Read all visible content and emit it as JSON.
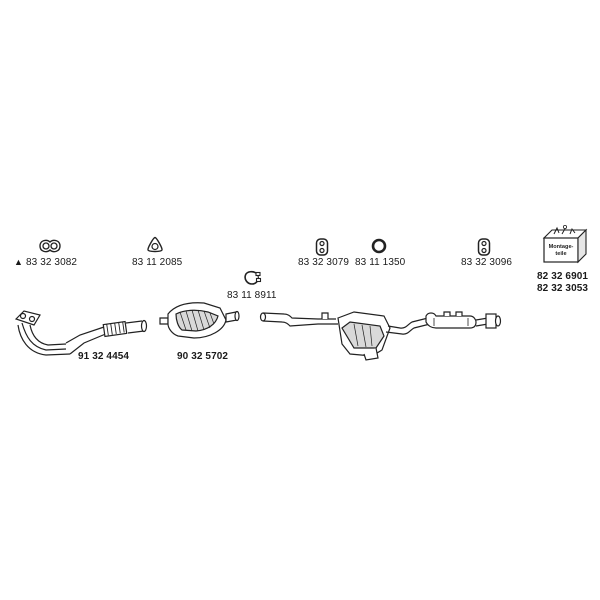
{
  "diagram": {
    "accessory_parts": [
      {
        "id": "gasket-figure-eight",
        "icon": "figure-eight-gasket-icon",
        "number": "83 32 3082",
        "marker": "▲"
      },
      {
        "id": "gasket-triangle",
        "icon": "triangle-gasket-icon",
        "number": "83 11 2085"
      },
      {
        "id": "clamp",
        "icon": "clamp-icon",
        "number": "83 11 8911"
      },
      {
        "id": "rubber-hanger-a",
        "icon": "rubber-hanger-icon",
        "number": "83 32 3079"
      },
      {
        "id": "o-ring",
        "icon": "o-ring-icon",
        "number": "83 11 1350"
      },
      {
        "id": "rubber-hanger-b",
        "icon": "rubber-hanger-icon",
        "number": "83 32 3096"
      }
    ],
    "mounting_kit": {
      "icon": "mounting-kit-box-icon",
      "box_label_line1": "Montage-",
      "box_label_line2": "teile",
      "numbers": [
        "82 32 6901",
        "82 32 3053"
      ]
    },
    "exhaust_parts": [
      {
        "id": "front-pipe",
        "icon": "front-pipe-icon",
        "number": "91 32 4454"
      },
      {
        "id": "catalytic-converter",
        "icon": "catalytic-converter-icon",
        "number": "90 32 5702"
      },
      {
        "id": "rear-system",
        "icon": "muffler-system-icon",
        "number": ""
      }
    ],
    "colors": {
      "line": "#222222",
      "text": "#1a1a1a",
      "fill": "#ffffff",
      "shade": "#cfcfcf"
    }
  }
}
